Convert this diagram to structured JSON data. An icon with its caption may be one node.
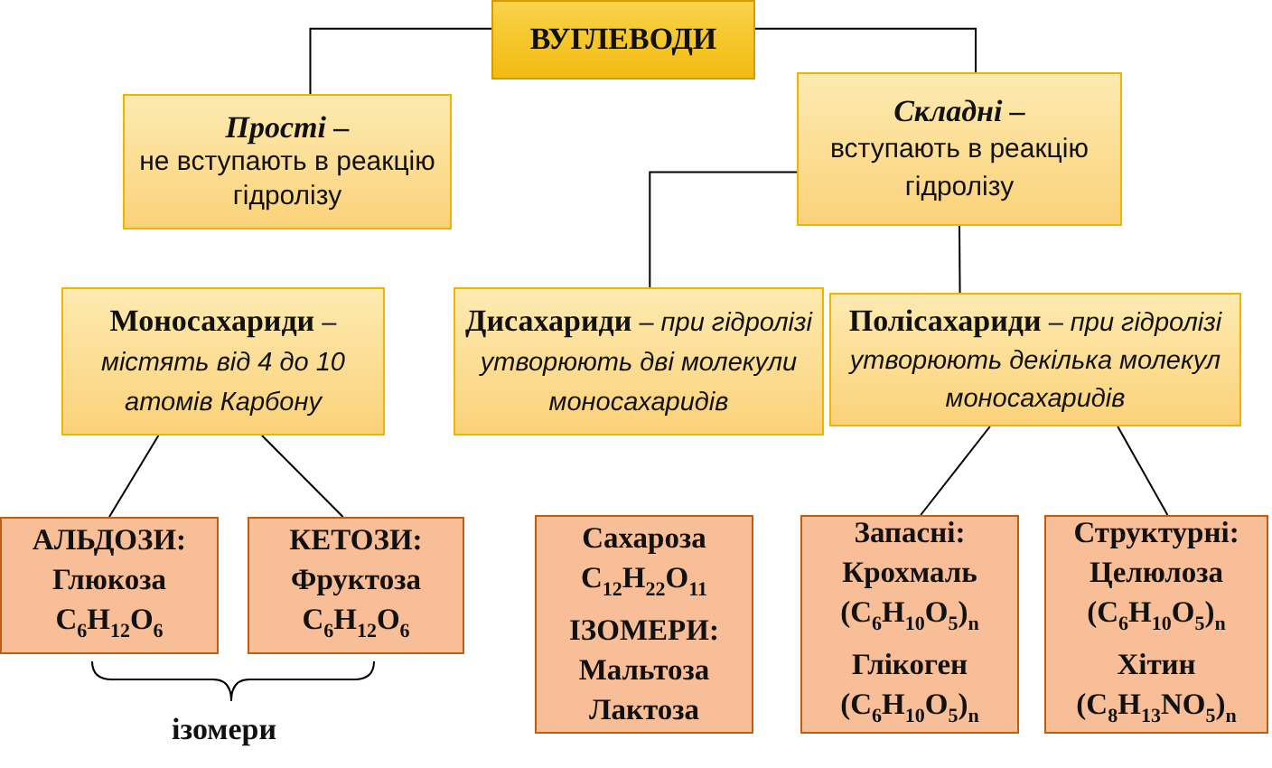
{
  "diagram": {
    "nodes": [
      {
        "text": [
          "ВУГЛЕВОДИ"
        ]
      },
      {
        "text": [
          "Прості –",
          "не вступають в реакцію гідролізу"
        ]
      },
      {
        "text": [
          "Складні –",
          "вступають в реакцію гідролізу"
        ]
      },
      {
        "text": [
          "**Моносахариди** – *містять від 4 до 10 атомів Карбону*"
        ]
      },
      {
        "text": [
          "**Дисахариди** – *при гідролізі утворюють дві молекули моносахаридів*"
        ]
      },
      {
        "text": [
          "**Полісахариди** – *при гідролізі утворюють декілька молекул моносахаридів*"
        ]
      },
      {
        "text": [
          "АЛЬДОЗИ:",
          "Глюкоза",
          "C$_{6}$H$_{12}$O$_{6}$"
        ]
      },
      {
        "text": [
          "КЕТОЗИ:",
          "Фруктоза",
          "C$_{6}$H$_{12}$O$_{6}$"
        ]
      },
      {
        "text": [
          "Сахароза",
          "C$_{12}$H$_{22}$O$_{11}$",
          "ІЗОМЕРИ:",
          "Мальтоза",
          "Лактоза"
        ]
      },
      {
        "text": [
          "Запасні:",
          "Крохмаль",
          "(C$_{6}$H$_{10}$O$_{5}$)$_{n}$",
          "Глікоген",
          "(C$_{6}$H$_{10}$O$_{5}$)$_{n}$"
        ]
      },
      {
        "text": [
          "Структурні:",
          "Целюлоза",
          "(C$_{6}$H$_{10}$O$_{5}$)$_{n}$",
          "Хітин",
          "(C$_{8}$H$_{13}$NO$_{5}$)$_{n}$"
        ]
      }
    ],
    "edges": [
      {
        "from": 0,
        "to": 1,
        "arrow": "none"
      },
      {
        "from": 0,
        "to": 2,
        "arrow": "none"
      },
      {
        "from": 2,
        "to": 4,
        "arrow": "none"
      },
      {
        "from": 2,
        "to": 5,
        "arrow": "none"
      },
      {
        "from": 3,
        "to": 6,
        "arrow": "none"
      },
      {
        "from": 3,
        "to": 7,
        "arrow": "none"
      },
      {
        "from": 5,
        "to": 9,
        "arrow": "none"
      },
      {
        "from": 5,
        "to": 10,
        "arrow": "none"
      }
    ],
    "labels": [
      "ізомери"
    ]
  }
}
